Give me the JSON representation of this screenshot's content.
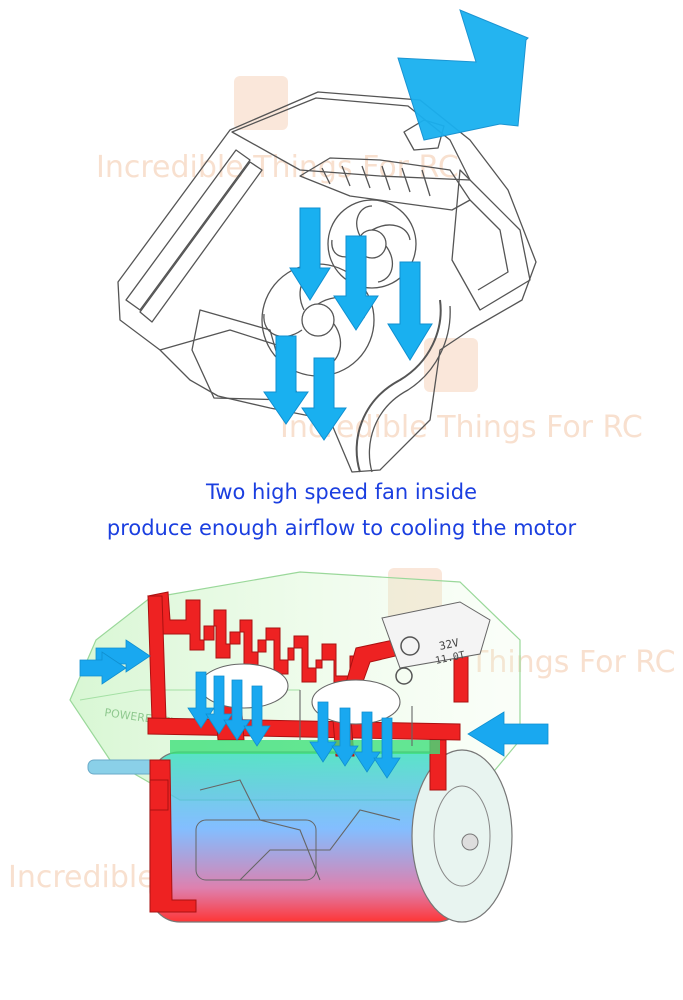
{
  "captions": {
    "line1": "Two high speed fan inside",
    "line2": "produce enough airflow to cooling the motor"
  },
  "watermarks": {
    "text_top": "Incredible Things For RC",
    "text_mid": "Incredible Things For RC",
    "text_right": "Things For RC",
    "text_bottom": "Incredible"
  },
  "case_label": {
    "voltage": "32V",
    "rating": "11.0T"
  },
  "brand_text": "POWERED BY ...",
  "colors": {
    "airflow": "#19b0f0",
    "hot": "#ee2222",
    "caption": "#1b3fe0",
    "watermark": "#f3c8a8",
    "outline": "#555555"
  }
}
